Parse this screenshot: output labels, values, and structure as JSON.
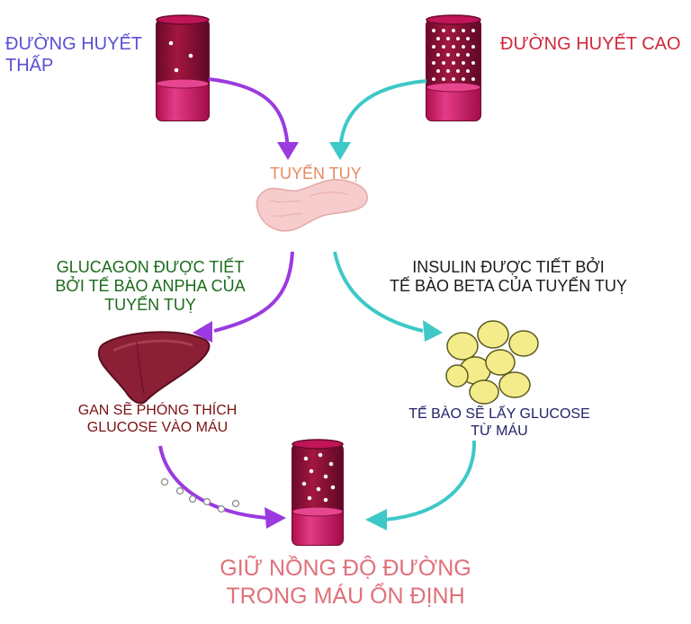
{
  "labels": {
    "low_blood_sugar": [
      "ĐƯỜNG HUYẾT",
      "THẤP"
    ],
    "high_blood_sugar": "ĐƯỜNG HUYẾT CAO",
    "pancreas": "TUYẾN TUỴ",
    "glucagon": [
      "GLUCAGON ĐƯỢC TIẾT",
      "BỞI TẾ BÀO ANPHA CỦA",
      "TUYẾN TUỴ"
    ],
    "insulin": [
      "INSULIN ĐƯỢC TIẾT BỞI",
      "TẾ BÀO BETA CỦA TUYẾN TUỴ"
    ],
    "liver": [
      "GAN SẼ PHÓNG THÍCH",
      "GLUCOSE VÀO MÁU"
    ],
    "cells": [
      "TẾ BÀO SẼ LẤY GLUCOSE",
      "TỪ MÁU"
    ],
    "result": [
      "GIỮ NỒNG ĐỘ ĐƯỜNG",
      "TRONG MÁU ỔN ĐỊNH"
    ]
  },
  "colors": {
    "tube": "#d4176f",
    "tube_dark": "#8c0d3a",
    "arrow_purple": "#9b3ae0",
    "arrow_cyan": "#3ec8c8",
    "liver": "#8a1f35",
    "fat_cell": "#f4ec8a",
    "pancreas": "#f6cccc"
  },
  "icons": [
    "blood-tube-icon",
    "pancreas-icon",
    "liver-icon",
    "fat-cells-icon",
    "arrow-icon"
  ]
}
